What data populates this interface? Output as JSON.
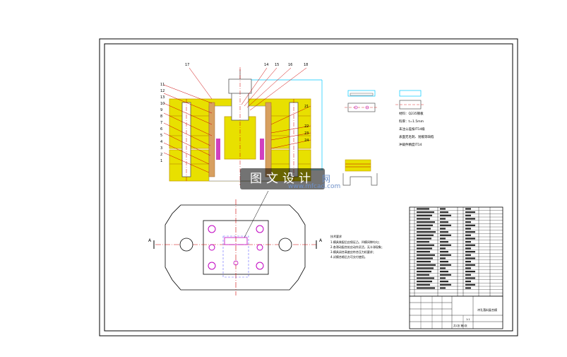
{
  "watermark": {
    "text": "图文设计",
    "brand": "网",
    "url": "www.mfcad.com"
  },
  "colors": {
    "frame": "#000000",
    "die_fill": "#e8e000",
    "die_line": "#c8a000",
    "dimension": "#00c8ff",
    "leader": "#cc0000",
    "centerline": "#d00000",
    "hole": "#c000c0",
    "punch_outline": "#6464ff",
    "note_text": "#000000"
  },
  "section_view": {
    "callouts_top": [
      "17",
      "14",
      "15",
      "16",
      "18"
    ],
    "callouts_left": [
      "11",
      "12",
      "13",
      "10",
      "9",
      "8",
      "7",
      "6",
      "5",
      "4",
      "3",
      "2",
      "1"
    ],
    "callouts_right": [
      "21",
      "22",
      "23",
      "24"
    ]
  },
  "plan_view": {
    "section_marks": [
      "A",
      "A"
    ],
    "notes_title": "技术要求",
    "notes": [
      "1.模具装配后应保证凸、凹模间隙均匀；",
      "2.各滑动配合处应动作灵活，无卡滞现象；",
      "3.模具闭合高度应符合压力机要求；",
      "4.试模合格后方可交付使用。"
    ]
  },
  "part_notes": [
    "材料：Q235钢板",
    "料厚：t=1.5mm",
    "未注公差按IT14级",
    "表面无毛刺、划痕等缺陷",
    "冲裁件精度IT14"
  ],
  "title_block": {
    "drawing_title": "冲孔落料复合模",
    "scale": "1:1",
    "sheet": "共1张 第1张"
  }
}
